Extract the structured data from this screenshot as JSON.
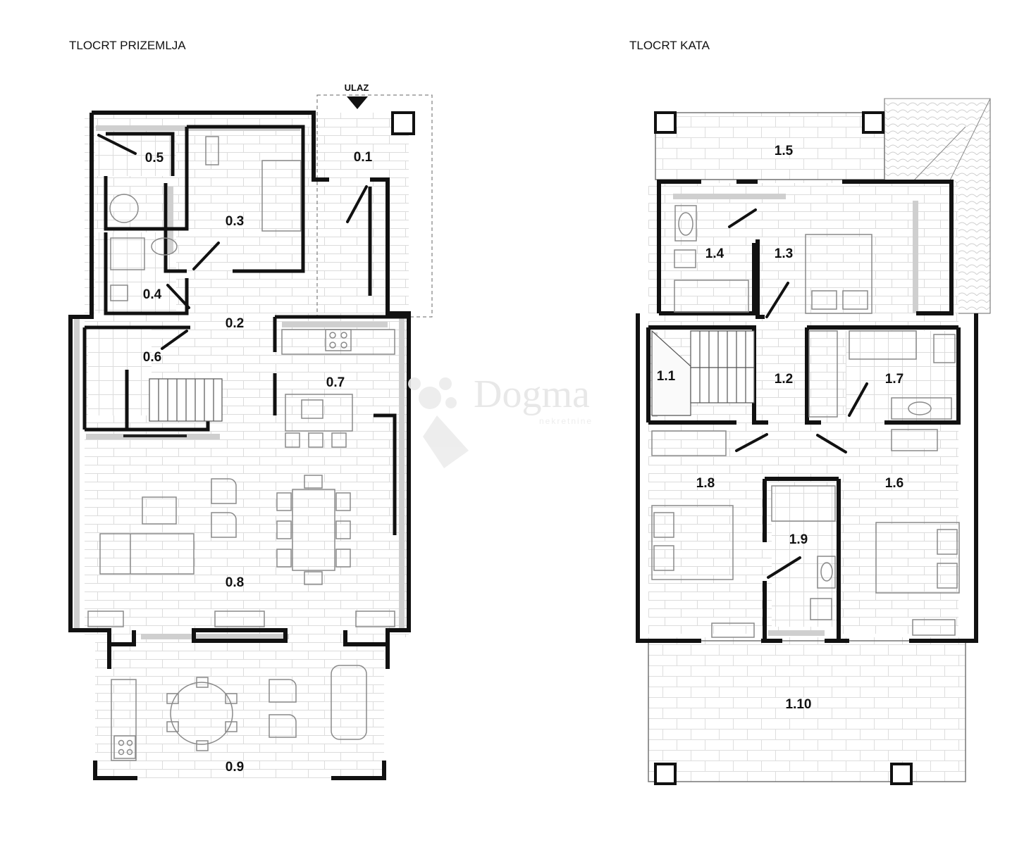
{
  "plans": [
    {
      "title": "TLOCRT PRIZEMLJA",
      "entrance_label": "ULAZ",
      "rooms": [
        "0.1",
        "0.2",
        "0.3",
        "0.4",
        "0.5",
        "0.6",
        "0.7",
        "0.8",
        "0.9"
      ]
    },
    {
      "title": "TLOCRT KATA",
      "rooms": [
        "1.1",
        "1.2",
        "1.3",
        "1.4",
        "1.5",
        "1.6",
        "1.7",
        "1.8",
        "1.9",
        "1.10"
      ]
    }
  ],
  "watermark": {
    "brand": "Dogma",
    "tagline": "nekretnine"
  },
  "colors": {
    "wall": "#111111",
    "shadow": "#cfcfcf",
    "floor_tile": "#dcdcdc",
    "furniture": "#8a8a8a"
  }
}
